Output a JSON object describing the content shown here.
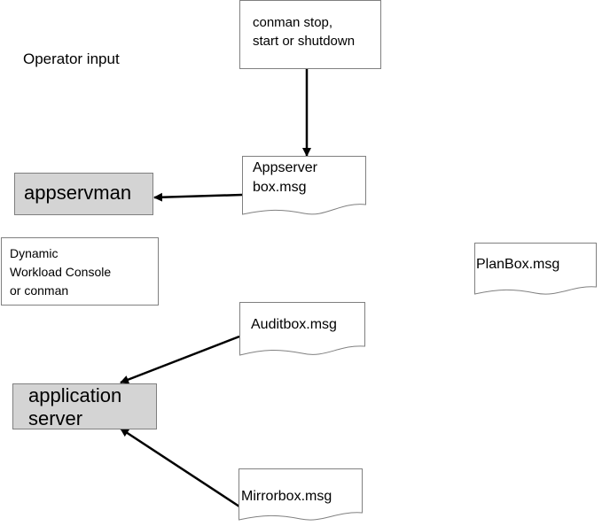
{
  "operator_label": "Operator input",
  "commands_box": "conman stop,\nstart or shutdown",
  "appserver_msg": "Appserver\nbox.msg",
  "appservman_box": "appservman",
  "console_box": "Dynamic\nWorkload Console\nor conman",
  "planbox_msg": "PlanBox.msg",
  "auditbox_msg": "Auditbox.msg",
  "application_server_box": "application\nserver",
  "mirrorbox_msg": "Mirrorbox.msg",
  "colors": {
    "line": "#000000",
    "box_border": "#808080",
    "grey_fill": "#d4d4d4"
  }
}
